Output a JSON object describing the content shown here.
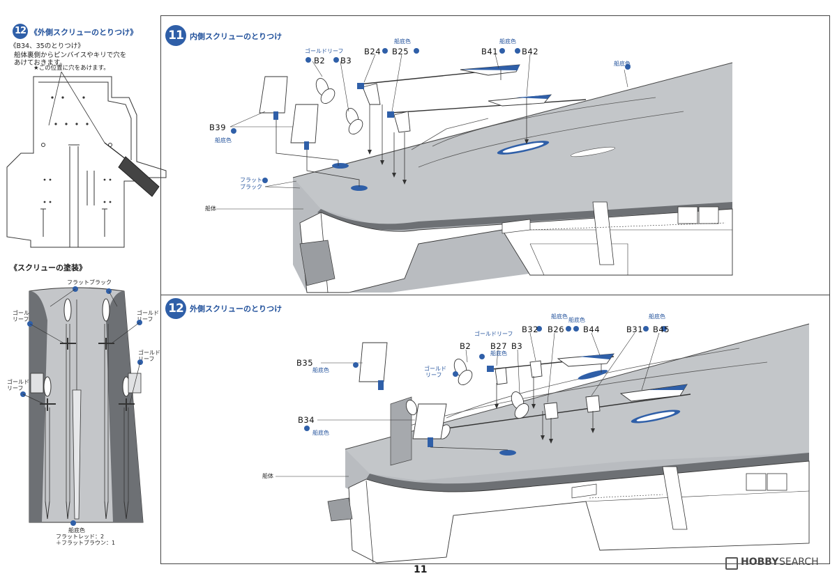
{
  "left_panel": {
    "step12_number": "12",
    "step12_title": "《外側スクリューのとりつけ》",
    "step12_sub1": "《B34、35のとりつけ》",
    "step12_sub2": "船体裏側からピンバイスやキリで穴を",
    "step12_sub3": "あけておきます。",
    "hole_note": "★この位置に穴をあけます。",
    "paint_title": "《スクリューの塗装》",
    "flat_black": "フラットブラック",
    "gold_leaf_l1": "ゴールド",
    "gold_leaf_l2": "リーフ",
    "hull_color": "船底色",
    "mix_line1": "フラットレッド：2",
    "mix_line2": "＋フラットブラウン：1"
  },
  "step11": {
    "number": "11",
    "title": "内側スクリューのとりつけ",
    "gold_leaf": "ゴールドリーフ",
    "hull_color": "船底色",
    "flat_black_l1": "フラット",
    "flat_black_l2": "ブラック",
    "hull": "船体",
    "parts": {
      "b2": "B2",
      "b3": "B3",
      "b24": "B24",
      "b25": "B25",
      "b41": "B41",
      "b42": "B42",
      "b39": "B39"
    }
  },
  "step12": {
    "number": "12",
    "title": "外側スクリューのとりつけ",
    "gold_leaf": "ゴールドリーフ",
    "gold_leaf_l1": "ゴールド",
    "gold_leaf_l2": "リーフ",
    "hull_color": "船底色",
    "hull": "船体",
    "parts": {
      "b2": "B2",
      "b27": "B27",
      "b3": "B3",
      "b32": "B32",
      "b26": "B26",
      "b44": "B44",
      "b31": "B31",
      "b45": "B45",
      "b35": "B35",
      "b34": "B34"
    }
  },
  "footer": {
    "page_number": "11",
    "brand_left": "HOBBY",
    "brand_right": "SEARCH"
  },
  "colors": {
    "accent_blue": "#2f5fa8",
    "hull_gray": "#b9bcc0",
    "dark_gray": "#707377"
  }
}
